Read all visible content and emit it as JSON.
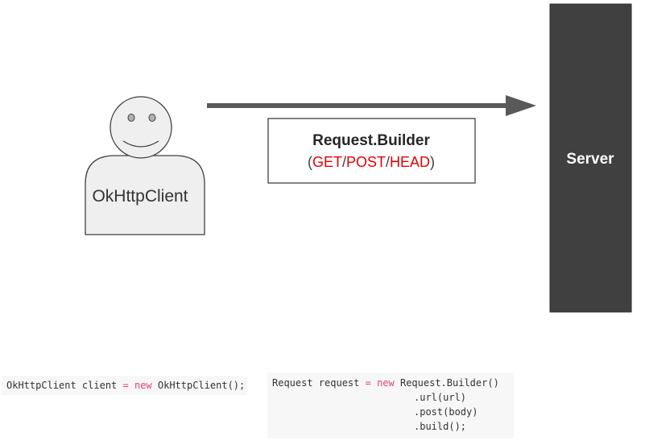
{
  "client_label": "OkHttpClient",
  "server_label": "Server",
  "request_box": {
    "title": "Request.Builder",
    "open_paren": "(",
    "method_get": "GET",
    "sep1": "/",
    "method_post": "POST",
    "sep2": "/",
    "method_head": "HEAD",
    "close_paren": ")"
  },
  "code_client": {
    "before": "OkHttpClient client ",
    "eq": "=",
    "space1": " ",
    "kw_new": "new",
    "after": " OkHttpClient();"
  },
  "code_request": {
    "line1_before": "Request request ",
    "eq": "=",
    "space1": " ",
    "kw_new": "new",
    "line1_after": " Request.Builder()",
    "line2": ".url(url)",
    "line3": ".post(body)",
    "line4": ".build();"
  },
  "colors": {
    "server_fill": "#404040",
    "arrow": "#595959",
    "method_red": "#e60000",
    "keyword_pink": "#e0456b",
    "person_fill": "#efefef"
  }
}
